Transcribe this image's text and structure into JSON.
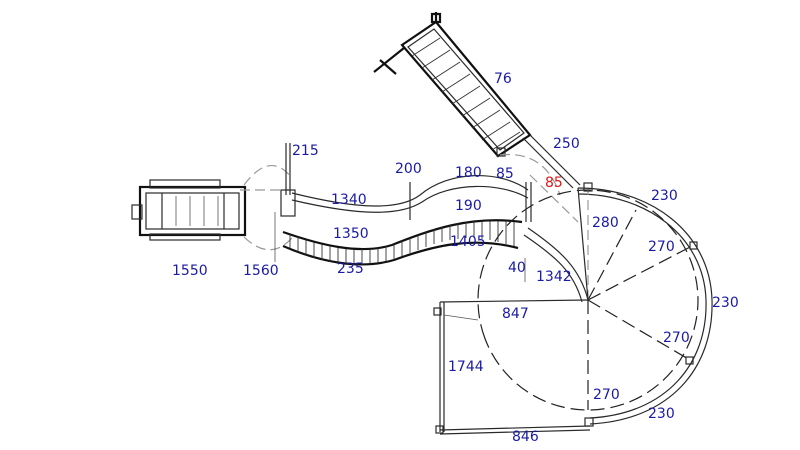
{
  "colors": {
    "dimension": "#1a1aa6",
    "highlight": "#e01818",
    "line": "#222222"
  },
  "dimensions": {
    "d76": "76",
    "d250": "250",
    "d215": "215",
    "d200": "200",
    "d180": "180",
    "d85a": "85",
    "d85b": "85",
    "d230a": "230",
    "d1340": "1340",
    "d190": "190",
    "d280": "280",
    "d1350": "1350",
    "d1405": "1405",
    "d270a": "270",
    "d1550": "1550",
    "d1560": "1560",
    "d235": "235",
    "d40": "40",
    "d1342": "1342",
    "d230b": "230",
    "d847": "847",
    "d270b": "270",
    "d1744": "1744",
    "d270c": "270",
    "d230c": "230",
    "d846": "846"
  }
}
